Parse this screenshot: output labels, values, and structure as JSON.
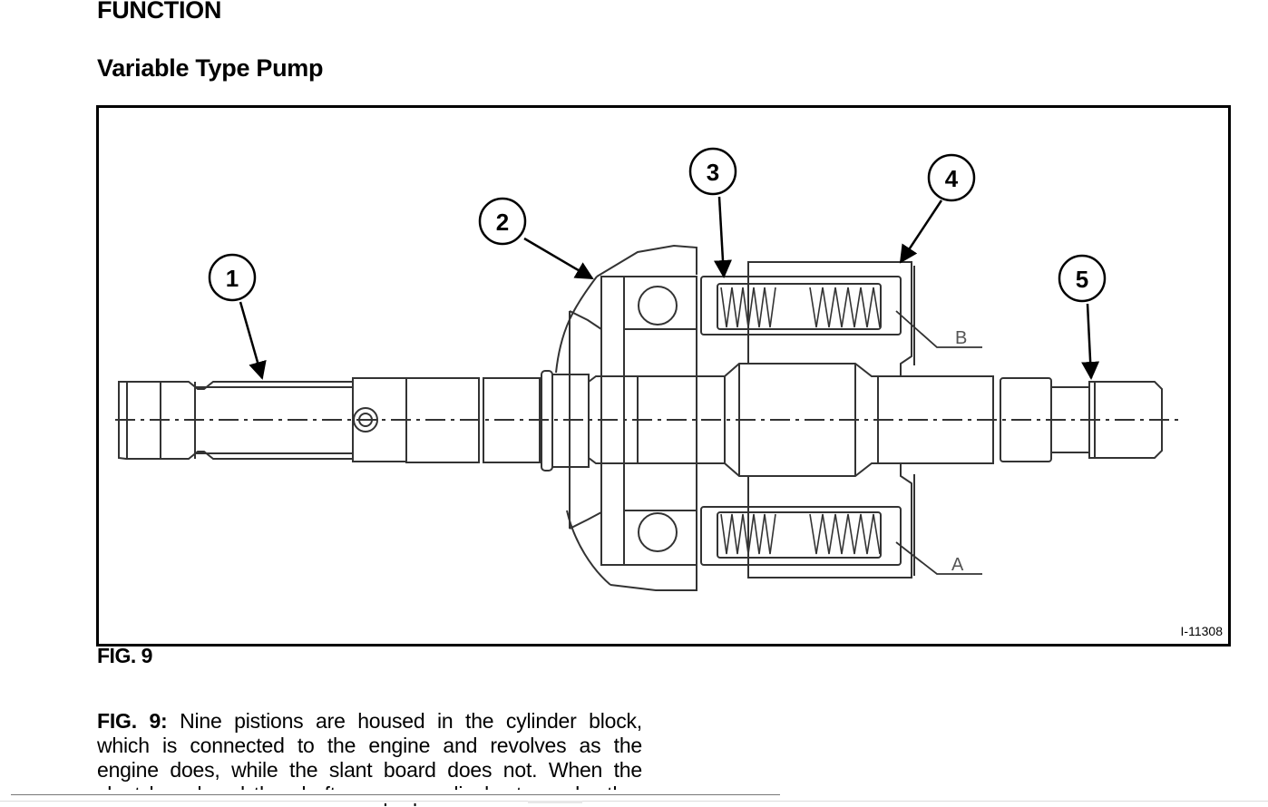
{
  "document": {
    "section_heading": "FUNCTION",
    "subsection_heading": "Variable Type Pump"
  },
  "figure": {
    "label": "FIG. 9",
    "image_id": "I-11308",
    "callouts": [
      "1",
      "2",
      "3",
      "4",
      "5"
    ],
    "part_labels": [
      "B",
      "A"
    ],
    "description": "Cross-section drawing of variable type pump shaft assembly with numbered callouts"
  },
  "caption": {
    "lead": "FIG. 9:",
    "lines": [
      "Nine pistions are housed in the cylinder block,",
      "which is connected to the engine and revolves as the",
      "engine does, while the slant board does not. When the",
      "slant board and the shaft are perpendicular to each other"
    ]
  },
  "colors": {
    "text": "#000000",
    "drawing_line": "#333333",
    "border": "#000000"
  }
}
